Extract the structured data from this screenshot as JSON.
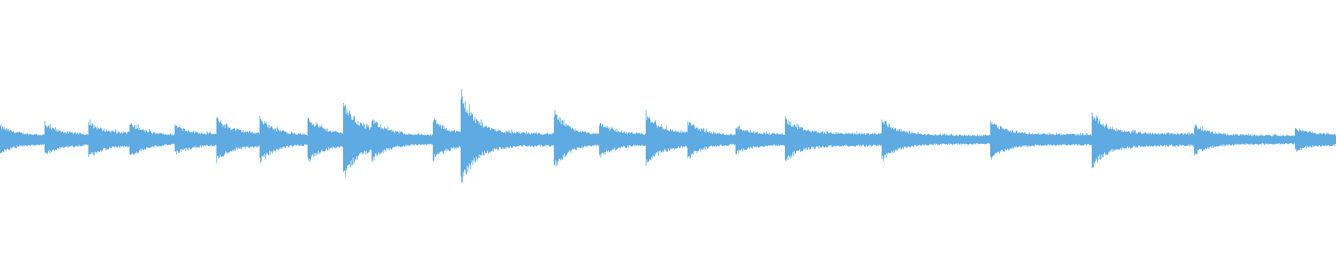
{
  "waveform": {
    "color": "#5dabe2",
    "background": "#ffffff",
    "note_peak_amplitudes": [
      0.11,
      0.12,
      0.14,
      0.14,
      0.12,
      0.17,
      0.18,
      0.18,
      0.3,
      0.17,
      0.16,
      0.36,
      0.22,
      0.14,
      0.2,
      0.15,
      0.11,
      0.17,
      0.17,
      0.16,
      0.22,
      0.12,
      0.09
    ],
    "sustain_amplitude": 0.045
  }
}
